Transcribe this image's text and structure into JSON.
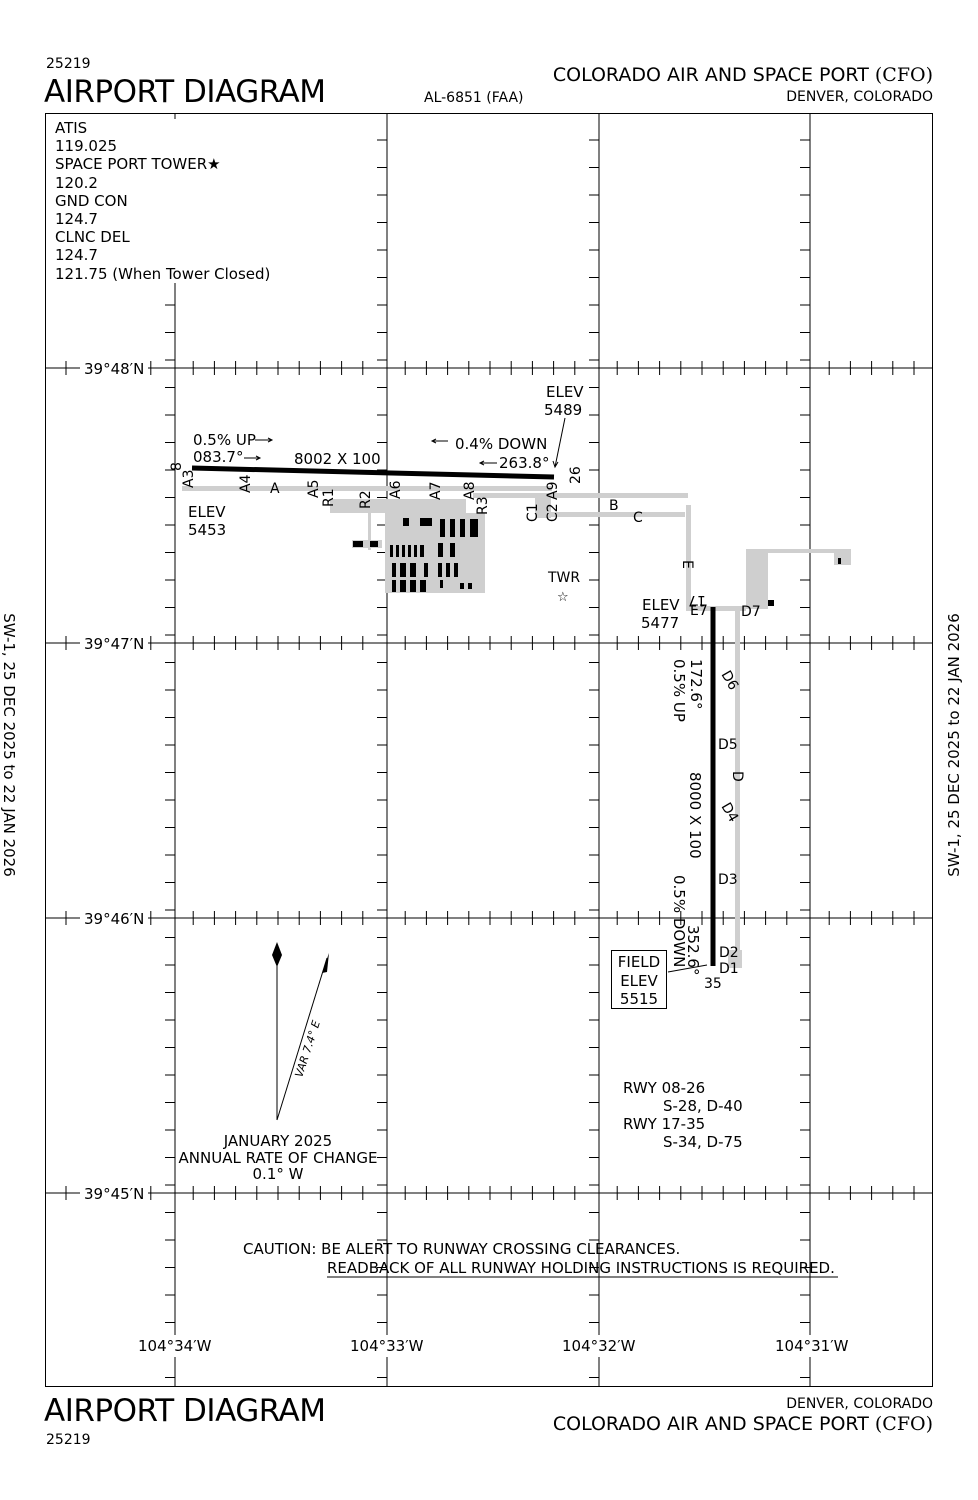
{
  "header": {
    "chart_number": "25219",
    "title": "AIRPORT DIAGRAM",
    "al_number": "AL-6851 (FAA)",
    "airport_name": "COLORADO AIR AND SPACE PORT",
    "airport_id": "(CFO)",
    "location": "DENVER, COLORADO"
  },
  "footer": {
    "chart_number": "25219",
    "title": "AIRPORT DIAGRAM",
    "airport_name": "COLORADO AIR AND SPACE PORT",
    "airport_id": "(CFO)",
    "location": "DENVER, COLORADO"
  },
  "margin_text": {
    "left": "SW-1,  25 DEC 2025  to  22 JAN 2026",
    "right": "SW-1,  25 DEC 2025  to  22 JAN 2026"
  },
  "frequencies": [
    "ATIS",
    "119.025",
    "SPACE PORT TOWER★",
    "120.2",
    "GND CON",
    "124.7",
    "CLNC  DEL",
    "124.7",
    "121.75 (When Tower Closed)"
  ],
  "latitudes": [
    "39°48′N",
    "39°47′N",
    "39°46′N",
    "39°45′N"
  ],
  "longitudes": [
    "104°34′W",
    "104°33′W",
    "104°32′W",
    "104°31′W"
  ],
  "runway_08_26": {
    "end_08": "8",
    "end_26": "26",
    "dimensions": "8002 X 100",
    "grad_up": "0.5% UP",
    "heading_08": "083.7°",
    "grad_down": "0.4% DOWN",
    "heading_26": "263.8°",
    "elev_08_label": "ELEV",
    "elev_08": "5453",
    "elev_26_label": "ELEV",
    "elev_26": "5489"
  },
  "runway_17_35": {
    "end_17": "17",
    "end_35": "35",
    "dimensions": "8000 X 100",
    "heading_17": "172.6°",
    "grad_up": "0.5% UP",
    "heading_35": "352.6°",
    "grad_down": "0.5% DOWN",
    "elev_17_label": "ELEV",
    "elev_17": "5477"
  },
  "taxiways": [
    "A3",
    "A4",
    "A",
    "A5",
    "R1",
    "R2",
    "A6",
    "A7",
    "A8",
    "R3",
    "C1",
    "C2",
    "A9",
    "B",
    "C",
    "E",
    "E7",
    "D7",
    "D6",
    "D5",
    "D",
    "D4",
    "D3",
    "D2",
    "D1"
  ],
  "tower": {
    "label": "TWR"
  },
  "field_elev": {
    "line1": "FIELD",
    "line2": "ELEV",
    "value": "5515"
  },
  "magnetic": {
    "var": "VAR 7.4° E",
    "date": "JANUARY 2025",
    "rate_label": "ANNUAL RATE OF CHANGE",
    "rate": "0.1° W"
  },
  "strength": [
    "RWY 08-26",
    "S-28, D-40",
    "RWY 17-35",
    "S-34, D-75"
  ],
  "caution": {
    "line1": "CAUTION: BE ALERT TO RUNWAY CROSSING CLEARANCES.",
    "line2": "READBACK OF ALL RUNWAY HOLDING INSTRUCTIONS IS REQUIRED."
  },
  "colors": {
    "pavement": "#cfcfcf",
    "runway": "#000000"
  }
}
